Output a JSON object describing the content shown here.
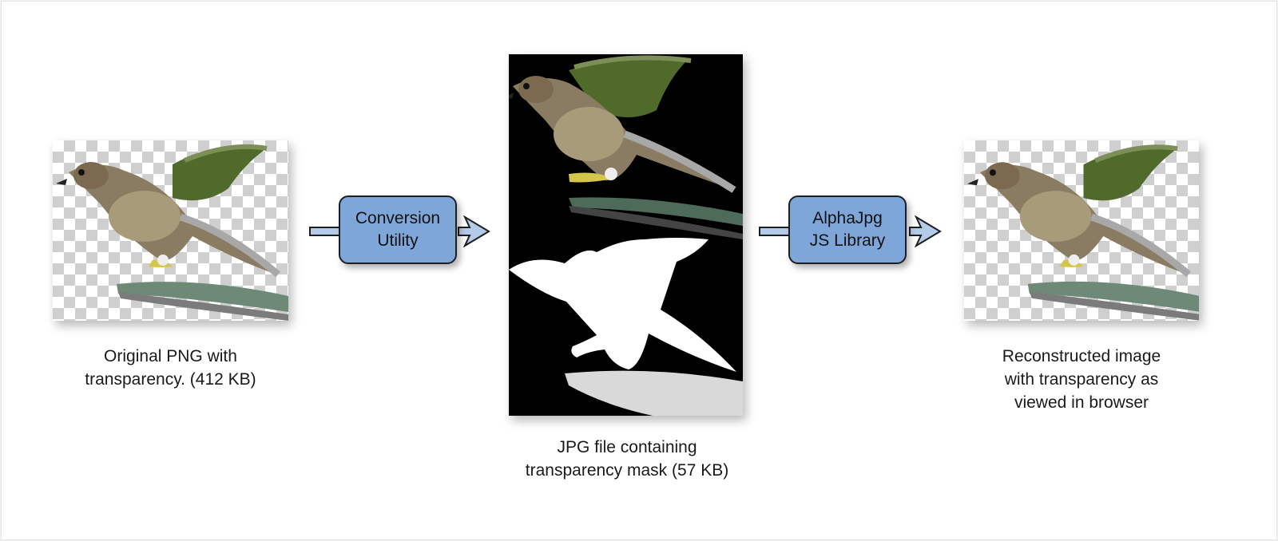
{
  "nodes": {
    "original": {
      "caption_line1": "Original PNG with",
      "caption_line2": "transparency. (412 KB)"
    },
    "converter": {
      "line1": "Conversion",
      "line2": "Utility"
    },
    "jpg": {
      "caption_line1": "JPG file containing",
      "caption_line2": "transparency mask (57 KB)"
    },
    "library": {
      "line1": "AlphaJpg",
      "line2": "JS Library"
    },
    "reconstructed": {
      "caption_line1": "Reconstructed image",
      "caption_line2": "with transparency as",
      "caption_line3": "viewed in browser"
    }
  },
  "colors": {
    "box_fill": "#7fa6d8",
    "arrow_fill": "#b3cbe8",
    "outline": "#1e1e1e",
    "checker": "#cfcfcf"
  },
  "icons": {
    "bird": "falcon-illustration",
    "mask": "falcon-silhouette-mask"
  }
}
